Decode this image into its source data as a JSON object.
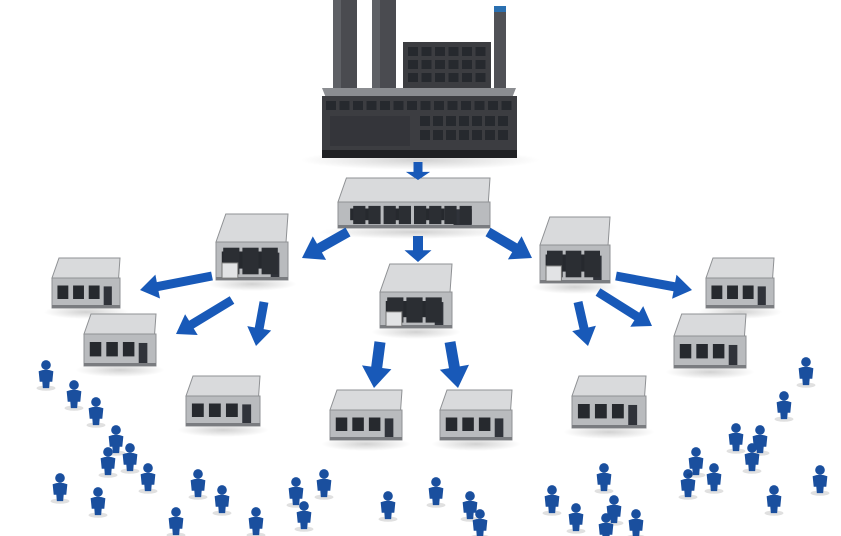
{
  "colors": {
    "background": "#ffffff",
    "factory_body": "#3c3d41",
    "factory_dark": "#1f2023",
    "window": "#26292e",
    "roof": "#d9dadc",
    "wall": "#b9bbbe",
    "arrow": "#1859b8",
    "person": "#1a4f9e"
  },
  "nodes": [
    {
      "role": "factory",
      "icon": "factory-icon"
    },
    {
      "role": "central-distribution-center",
      "icon": "warehouse-icon"
    },
    {
      "role": "regional-warehouse",
      "icon": "warehouse-icon",
      "count": 3
    },
    {
      "role": "local-store",
      "icon": "store-icon",
      "count": 8
    },
    {
      "role": "customer",
      "icon": "person-icon"
    }
  ]
}
